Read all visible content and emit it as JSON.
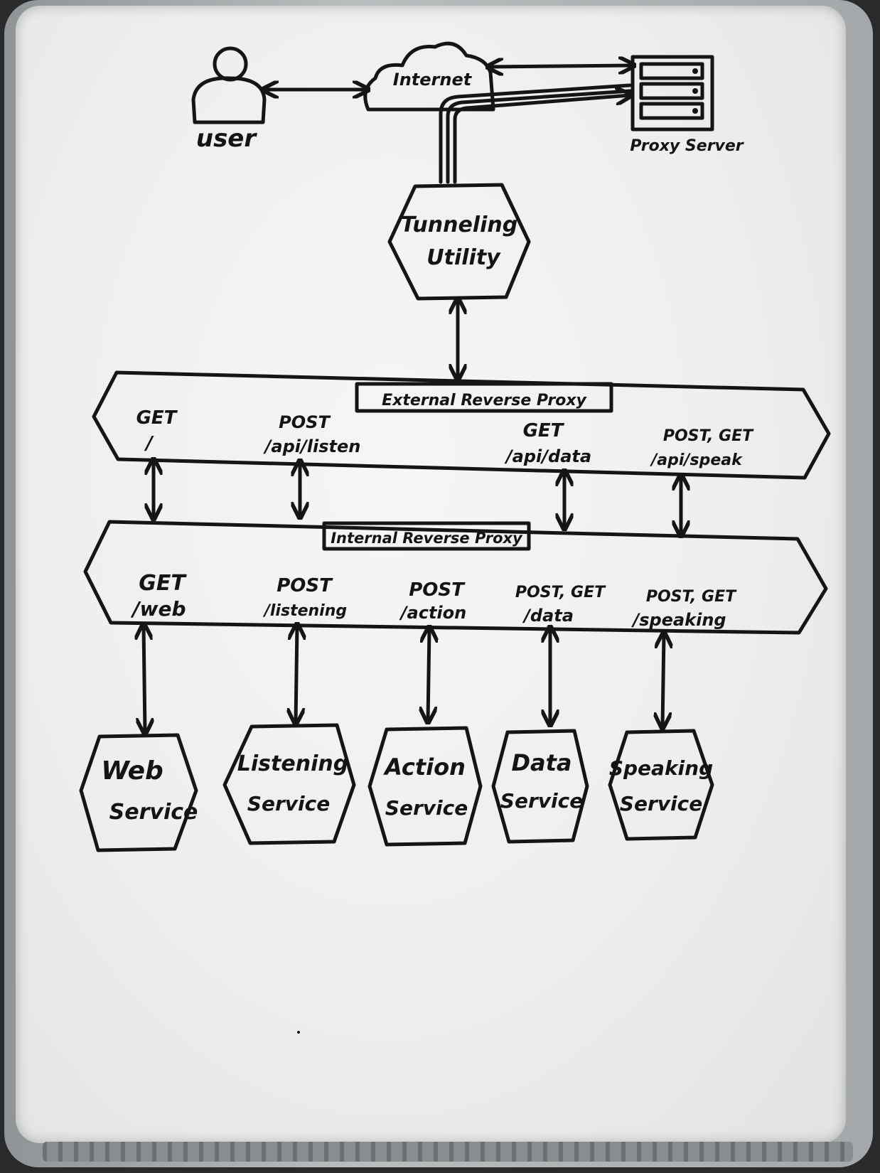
{
  "actors": {
    "user": "user",
    "internet": "Internet",
    "proxy_server": "Proxy Server",
    "tunneling_utility": [
      "Tunneling",
      "Utility"
    ]
  },
  "external_proxy": {
    "title": "External Reverse Proxy",
    "routes": [
      {
        "method": "GET",
        "path": "/"
      },
      {
        "method": "POST",
        "path": "/api/listen"
      },
      {
        "method": "GET",
        "path": "/api/data"
      },
      {
        "method": "POST, GET",
        "path": "/api/speak"
      }
    ]
  },
  "internal_proxy": {
    "title": "Internal Reverse Proxy",
    "routes": [
      {
        "method": "GET",
        "path": "/web"
      },
      {
        "method": "POST",
        "path": "/listening"
      },
      {
        "method": "POST",
        "path": "/action"
      },
      {
        "method": "POST, GET",
        "path": "/data"
      },
      {
        "method": "POST, GET",
        "path": "/speaking"
      }
    ]
  },
  "services": [
    {
      "line1": "Web",
      "line2": "Service"
    },
    {
      "line1": "Listening",
      "line2": "Service"
    },
    {
      "line1": "Action",
      "line2": "Service"
    },
    {
      "line1": "Data",
      "line2": "Service"
    },
    {
      "line1": "Speaking",
      "line2": "Service"
    }
  ],
  "colors": {
    "ink": "#151515",
    "board": "#eeeeec",
    "frame": "#a4a8aa"
  }
}
